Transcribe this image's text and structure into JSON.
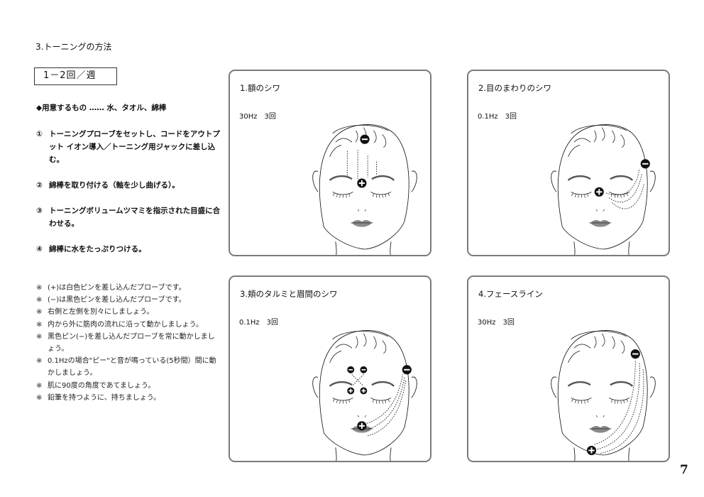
{
  "section_title": "3.トーニングの方法",
  "frequency_label": "1－2回／週",
  "supplies": "◆用意するもの …… 水、タオル、綿棒",
  "steps": [
    {
      "num": "①",
      "text": "トーニングプローブをセットし、コードをアウトプット イオン導入／トーニング用ジャックに差し込む。"
    },
    {
      "num": "②",
      "text": "綿棒を取り付ける（軸を少し曲げる）。"
    },
    {
      "num": "③",
      "text": "トーニングボリュームツマミを指示された目盛に合わせる。"
    },
    {
      "num": "④",
      "text": "綿棒に水をたっぷりつける。"
    }
  ],
  "notes": [
    {
      "mark": "※",
      "text": "(+)は白色ピンを差し込んだプローブです。"
    },
    {
      "mark": "※",
      "text": "(−)は黒色ピンを差し込んだプローブです。"
    },
    {
      "mark": "※",
      "text": "右側と左側を別々にしましょう。"
    },
    {
      "mark": "※",
      "text": "内から外に筋肉の流れに沿って動かしましょう。"
    },
    {
      "mark": "※",
      "text": "黒色ピン(−)を差し込んだプローブを常に動かしましょう。"
    },
    {
      "mark": "※",
      "text": "0.1Hzの場合\"ピー\"と音が鳴っている(5秒間）間に動かしましょう。"
    },
    {
      "mark": "※",
      "text": "肌に90度の角度であてましょう。"
    },
    {
      "mark": "※",
      "text": "鉛筆を持つように、持ちましょう。"
    }
  ],
  "panels": [
    {
      "title": "1.額のシワ",
      "setting": "30Hz　3回"
    },
    {
      "title": "2.目のまわりのシワ",
      "setting": "0.1Hz　3回"
    },
    {
      "title": "3.頬のタルミと眉間のシワ",
      "setting": "0.1Hz　3回"
    },
    {
      "title": "4.フェースライン",
      "setting": "30Hz　3回"
    }
  ],
  "page_number": "7",
  "colors": {
    "panel_border": "#7a7a7a",
    "lips": "#8a8a8a",
    "electrode": "#111111"
  }
}
